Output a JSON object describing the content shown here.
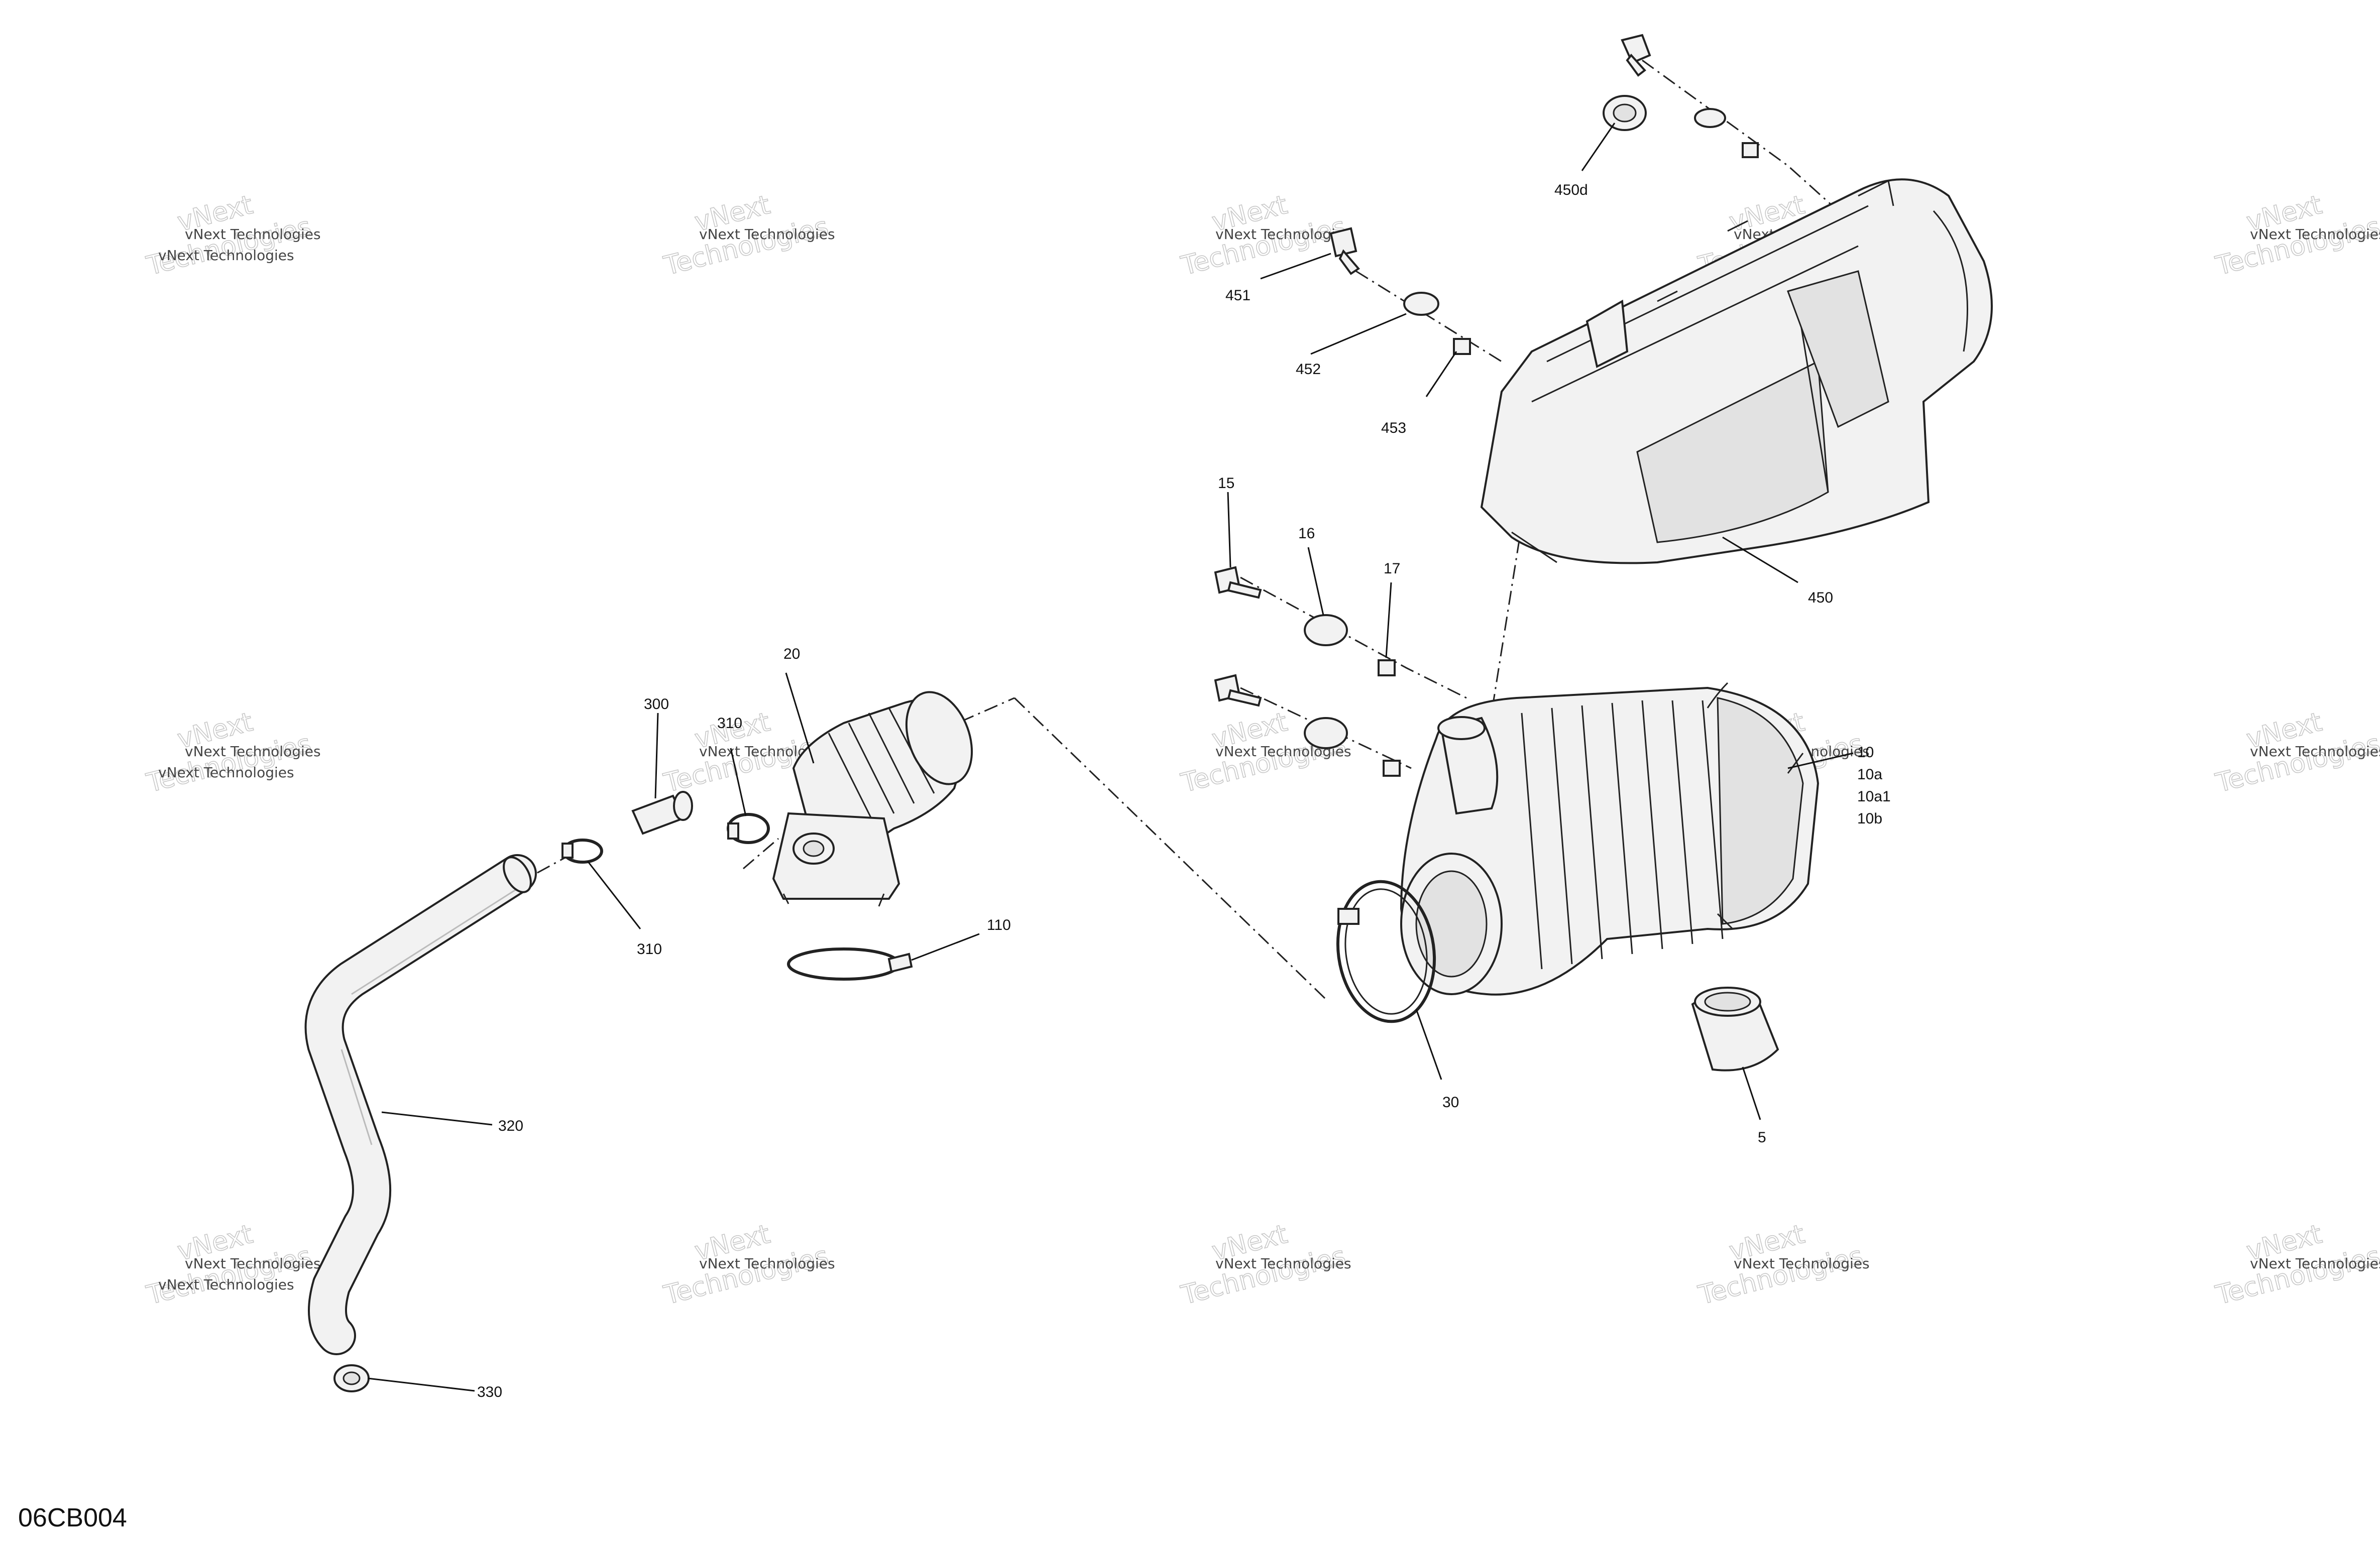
{
  "diagram": {
    "code": "06CB004",
    "watermark": {
      "small": "vNext Technologies",
      "big_line1": "vNext",
      "big_line2": "Technologies"
    },
    "callouts": {
      "c450d": "450d",
      "c451": "451",
      "c452": "452",
      "c453": "453",
      "c450": "450",
      "c15": "15",
      "c16": "16",
      "c17": "17",
      "c20": "20",
      "c300": "300",
      "c310a": "310",
      "c310b": "310",
      "c110": "110",
      "c10": "10",
      "c10a": "10a",
      "c10a1": "10a1",
      "c10b": "10b",
      "c30": "30",
      "c5": "5",
      "c320": "320",
      "c330": "330"
    }
  }
}
